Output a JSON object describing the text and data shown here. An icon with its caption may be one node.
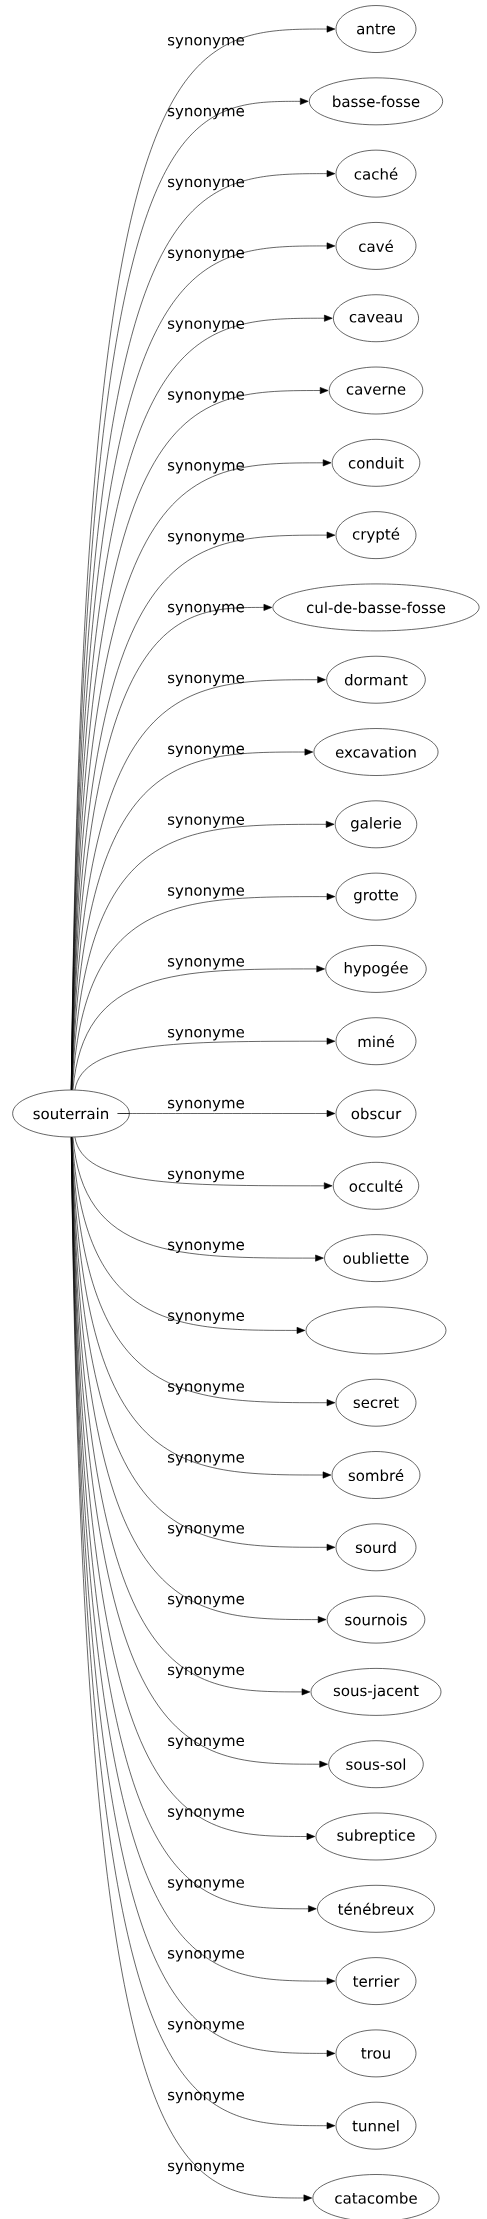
{
  "diagram": {
    "nodes": [
      {
        "text": [
          "souterrain"
        ]
      },
      {
        "text": [
          "antre"
        ]
      },
      {
        "text": [
          "basse-fosse"
        ]
      },
      {
        "text": [
          "caché"
        ]
      },
      {
        "text": [
          "cavé"
        ]
      },
      {
        "text": [
          "caveau"
        ]
      },
      {
        "text": [
          "caverne"
        ]
      },
      {
        "text": [
          "conduit"
        ]
      },
      {
        "text": [
          "crypté"
        ]
      },
      {
        "text": [
          "cul-de-basse-fosse"
        ]
      },
      {
        "text": [
          "dormant"
        ]
      },
      {
        "text": [
          "excavation"
        ]
      },
      {
        "text": [
          "galerie"
        ]
      },
      {
        "text": [
          "grotte"
        ]
      },
      {
        "text": [
          "hypogée"
        ]
      },
      {
        "text": [
          "miné"
        ]
      },
      {
        "text": [
          "obscur"
        ]
      },
      {
        "text": [
          "occulté"
        ]
      },
      {
        "text": [
          "oubliette"
        ]
      },
      {
        "text": [],
        "shape": "ellipse"
      },
      {
        "text": [
          "secret"
        ]
      },
      {
        "text": [
          "sombré"
        ]
      },
      {
        "text": [
          "sourd"
        ]
      },
      {
        "text": [
          "sournois"
        ]
      },
      {
        "text": [
          "sous-jacent"
        ]
      },
      {
        "text": [
          "sous-sol"
        ]
      },
      {
        "text": [
          "subreptice"
        ]
      },
      {
        "text": [
          "ténébreux"
        ]
      },
      {
        "text": [
          "terrier"
        ]
      },
      {
        "text": [
          "trou"
        ]
      },
      {
        "text": [
          "tunnel"
        ]
      },
      {
        "text": [
          "catacombe"
        ]
      }
    ],
    "edges": [
      {
        "from": 0,
        "to": 1,
        "label": "synonyme",
        "arrow": "to"
      },
      {
        "from": 0,
        "to": 2,
        "label": "synonyme",
        "arrow": "to"
      },
      {
        "from": 0,
        "to": 3,
        "label": "synonyme",
        "arrow": "to"
      },
      {
        "from": 0,
        "to": 4,
        "label": "synonyme",
        "arrow": "to"
      },
      {
        "from": 0,
        "to": 5,
        "label": "synonyme",
        "arrow": "to"
      },
      {
        "from": 0,
        "to": 6,
        "label": "synonyme",
        "arrow": "to"
      },
      {
        "from": 0,
        "to": 7,
        "label": "synonyme",
        "arrow": "to"
      },
      {
        "from": 0,
        "to": 8,
        "label": "synonyme",
        "arrow": "to"
      },
      {
        "from": 0,
        "to": 9,
        "label": "synonyme",
        "arrow": "to"
      },
      {
        "from": 0,
        "to": 10,
        "label": "synonyme",
        "arrow": "to"
      },
      {
        "from": 0,
        "to": 11,
        "label": "synonyme",
        "arrow": "to"
      },
      {
        "from": 0,
        "to": 12,
        "label": "synonyme",
        "arrow": "to"
      },
      {
        "from": 0,
        "to": 13,
        "label": "synonyme",
        "arrow": "to"
      },
      {
        "from": 0,
        "to": 14,
        "label": "synonyme",
        "arrow": "to"
      },
      {
        "from": 0,
        "to": 15,
        "label": "synonyme",
        "arrow": "to"
      },
      {
        "from": 0,
        "to": 16,
        "label": "synonyme",
        "arrow": "to"
      },
      {
        "from": 0,
        "to": 17,
        "label": "synonyme",
        "arrow": "to"
      },
      {
        "from": 0,
        "to": 18,
        "label": "synonyme",
        "arrow": "to"
      },
      {
        "from": 0,
        "to": 19,
        "label": "synonyme",
        "arrow": "to"
      },
      {
        "from": 0,
        "to": 20,
        "label": "synonyme",
        "arrow": "to"
      },
      {
        "from": 0,
        "to": 21,
        "label": "synonyme",
        "arrow": "to"
      },
      {
        "from": 0,
        "to": 22,
        "label": "synonyme",
        "arrow": "to"
      },
      {
        "from": 0,
        "to": 23,
        "label": "synonyme",
        "arrow": "to"
      },
      {
        "from": 0,
        "to": 24,
        "label": "synonyme",
        "arrow": "to"
      },
      {
        "from": 0,
        "to": 25,
        "label": "synonyme",
        "arrow": "to"
      },
      {
        "from": 0,
        "to": 26,
        "label": "synonyme",
        "arrow": "to"
      },
      {
        "from": 0,
        "to": 27,
        "label": "synonyme",
        "arrow": "to"
      },
      {
        "from": 0,
        "to": 28,
        "label": "synonyme",
        "arrow": "to"
      },
      {
        "from": 0,
        "to": 29,
        "label": "synonyme",
        "arrow": "to"
      },
      {
        "from": 0,
        "to": 30,
        "label": "synonyme",
        "arrow": "to"
      },
      {
        "from": 0,
        "to": 31,
        "label": "synonyme",
        "arrow": "to"
      }
    ]
  }
}
